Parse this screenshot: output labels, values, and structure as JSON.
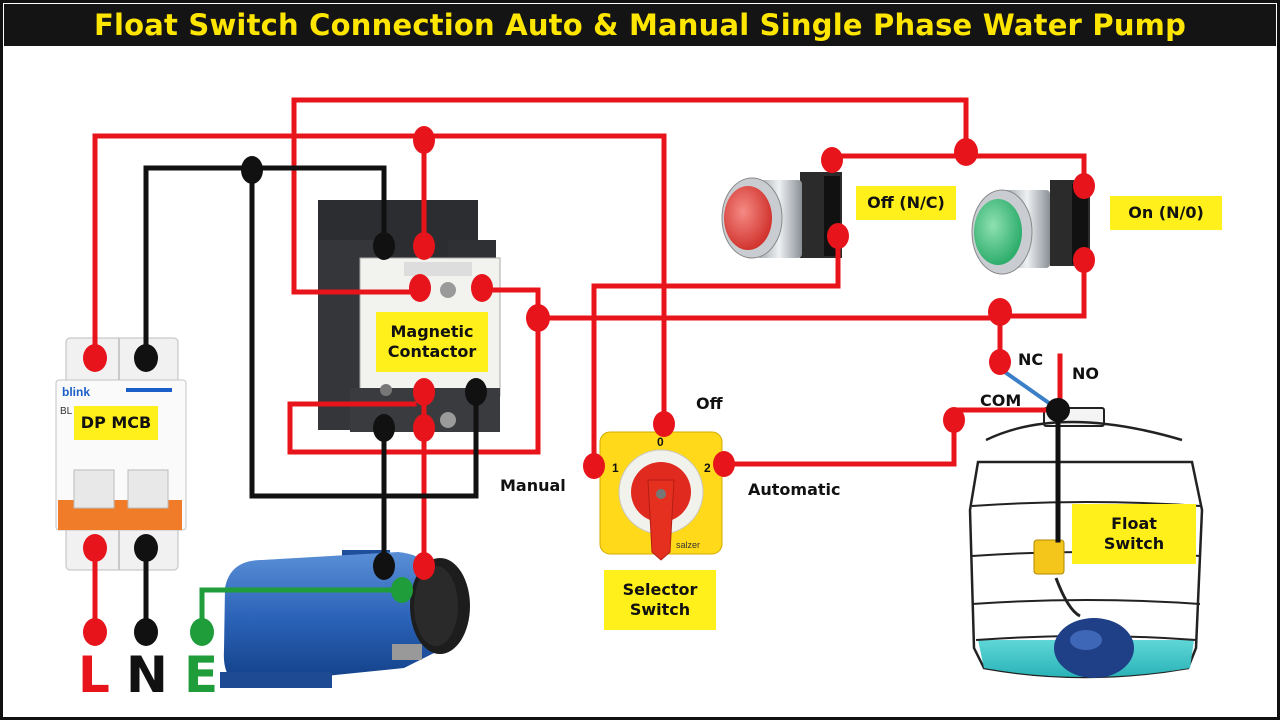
{
  "title": "Float Switch Connection Auto & Manual Single Phase Water Pump",
  "labels": {
    "mcb": "DP MCB",
    "contactor_line1": "Magnetic",
    "contactor_line2": "Contactor",
    "off_button": "Off (N/C)",
    "on_button": "On (N/0)",
    "selector_line1": "Selector",
    "selector_line2": "Switch",
    "float_line1": "Float",
    "float_line2": "Switch",
    "off": "Off",
    "manual": "Manual",
    "automatic": "Automatic",
    "nc": "NC",
    "no": "NO",
    "com": "COM"
  },
  "supply": {
    "line": "L",
    "neutral": "N",
    "earth": "E"
  },
  "device_text": {
    "mcb_brand": "blink",
    "mcb_model": "BL",
    "selector_pos0": "0",
    "selector_pos1": "1",
    "selector_pos2": "2",
    "selector_brand": "salzer"
  },
  "colors": {
    "live_wire": "#e8141c",
    "neutral_wire": "#111111",
    "earth_wire": "#1f9d3a",
    "float_nc_wire": "#3a7fc7",
    "label_bg": "#ffef1a",
    "title_bg": "#141414",
    "title_text": "#ffe600"
  },
  "icons": [
    "mcb-icon",
    "contactor-icon",
    "red-push-button-icon",
    "green-push-button-icon",
    "selector-switch-icon",
    "water-pump-icon",
    "water-tank-icon",
    "float-switch-icon"
  ]
}
